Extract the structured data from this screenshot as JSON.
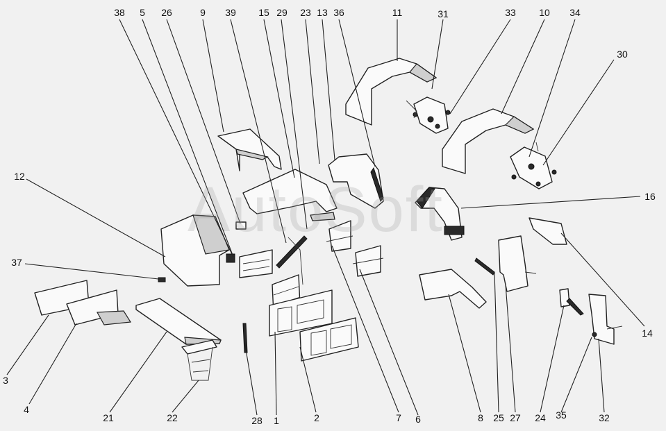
{
  "watermark": "AutoSoft",
  "callouts": [
    {
      "id": "38",
      "text": "38"
    },
    {
      "id": "5",
      "text": "5"
    },
    {
      "id": "26",
      "text": "26"
    },
    {
      "id": "9",
      "text": "9"
    },
    {
      "id": "39",
      "text": "39"
    },
    {
      "id": "15",
      "text": "15"
    },
    {
      "id": "29",
      "text": "29"
    },
    {
      "id": "23",
      "text": "23"
    },
    {
      "id": "13",
      "text": "13"
    },
    {
      "id": "36",
      "text": "36"
    },
    {
      "id": "11",
      "text": "11"
    },
    {
      "id": "31",
      "text": "31"
    },
    {
      "id": "33",
      "text": "33"
    },
    {
      "id": "10",
      "text": "10"
    },
    {
      "id": "34",
      "text": "34"
    },
    {
      "id": "30",
      "text": "30"
    },
    {
      "id": "12",
      "text": "12"
    },
    {
      "id": "16",
      "text": "16"
    },
    {
      "id": "37",
      "text": "37"
    },
    {
      "id": "14",
      "text": "14"
    },
    {
      "id": "3",
      "text": "3"
    },
    {
      "id": "4",
      "text": "4"
    },
    {
      "id": "21",
      "text": "21"
    },
    {
      "id": "22",
      "text": "22"
    },
    {
      "id": "28",
      "text": "28"
    },
    {
      "id": "1",
      "text": "1"
    },
    {
      "id": "2",
      "text": "2"
    },
    {
      "id": "7",
      "text": "7"
    },
    {
      "id": "6",
      "text": "6"
    },
    {
      "id": "8",
      "text": "8"
    },
    {
      "id": "25",
      "text": "25"
    },
    {
      "id": "27",
      "text": "27"
    },
    {
      "id": "24",
      "text": "24"
    },
    {
      "id": "35",
      "text": "35"
    },
    {
      "id": "32",
      "text": "32"
    }
  ]
}
